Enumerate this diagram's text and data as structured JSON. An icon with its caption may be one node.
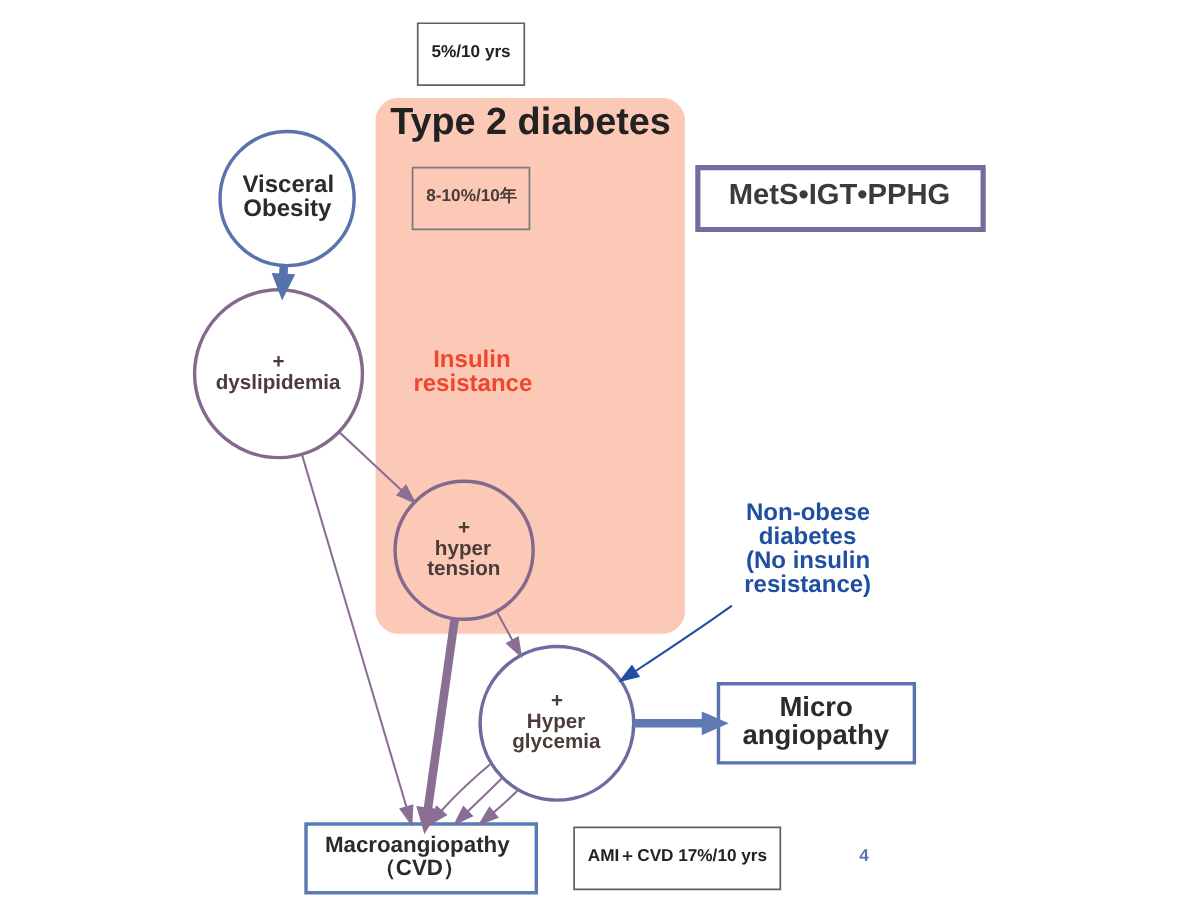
{
  "diagram": {
    "nodes": [
      {
        "text": [
          "5%/10 yrs"
        ]
      },
      {
        "text": [
          "Visceral Obesity"
        ]
      },
      {
        "text": [
          "Type 2 diabetes"
        ]
      },
      {
        "text": [
          "8-10%/10年"
        ],
        "in": 2
      },
      {
        "text": [
          "MetS•IGT•PPHG"
        ]
      },
      {
        "text": [
          "+ dyslipidemia"
        ]
      },
      {
        "text": [
          "+ hyper tension"
        ],
        "in": 2
      },
      {
        "text": [
          "Non-obese diabetes (No insulin resistance)"
        ]
      },
      {
        "text": [
          "Macroangiopathy （CVD）"
        ]
      },
      {
        "text": [
          "+ Hyper glycemia"
        ]
      },
      {
        "text": [
          "Micro angiopathy"
        ]
      },
      {
        "text": [
          "AMI＋CVD 17%/10 yrs"
        ]
      }
    ],
    "edges": [
      {
        "from": 1,
        "to": 5,
        "arrow": "to",
        "style": "thick",
        "color": "#5672ad"
      },
      {
        "from": 5,
        "to": 6,
        "arrow": "to"
      },
      {
        "from": 5,
        "to": 8,
        "arrow": "to"
      },
      {
        "from": 6,
        "to": 8,
        "arrow": "to",
        "style": "thick"
      },
      {
        "from": 6,
        "to": 9,
        "arrow": "to"
      },
      {
        "from": 9,
        "to": 8,
        "arrow": "to"
      },
      {
        "from": 9,
        "to": 8,
        "arrow": "to"
      },
      {
        "from": 9,
        "to": 8,
        "arrow": "to"
      },
      {
        "from": 9,
        "to": 10,
        "arrow": "to",
        "style": "thick",
        "color": "#6079b5"
      },
      {
        "from": 7,
        "to": 9,
        "arrow": "to",
        "color": "#1f4fa0"
      }
    ],
    "labels": [
      "Insulin resistance",
      "4"
    ]
  }
}
